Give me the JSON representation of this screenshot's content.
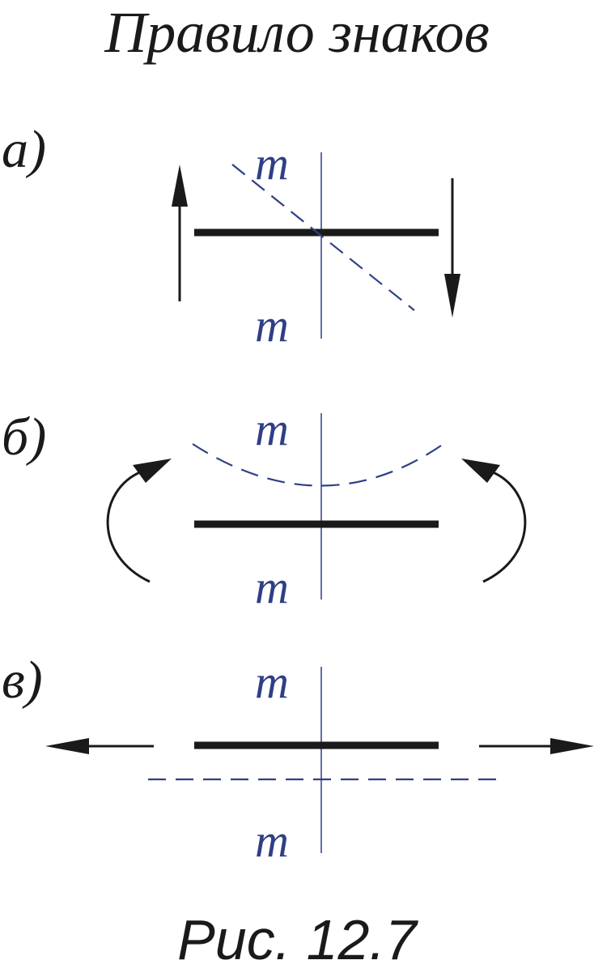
{
  "title": "Правило знаков",
  "caption": "Рис. 12.7",
  "colors": {
    "ink": "#1a1a1a",
    "section_line": "#2f3f86"
  },
  "panels": [
    {
      "label": "а)",
      "section_top": "m",
      "section_bottom": "m",
      "load": "shear-forces"
    },
    {
      "label": "б)",
      "section_top": "m",
      "section_bottom": "m",
      "load": "bending-moments"
    },
    {
      "label": "в)",
      "section_top": "m",
      "section_bottom": "m",
      "load": "axial-tension"
    }
  ]
}
